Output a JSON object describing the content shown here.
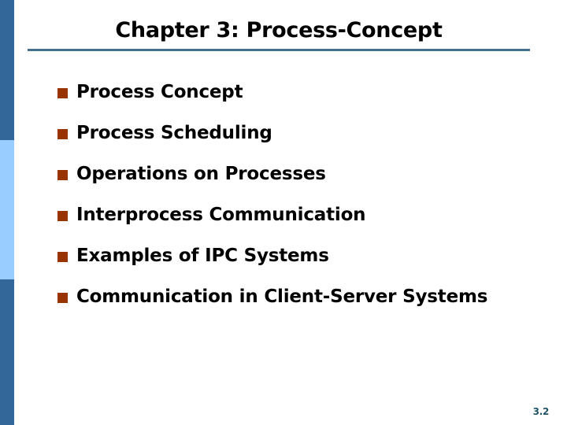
{
  "slide": {
    "title": "Chapter 3:  Process-Concept",
    "accent_rule_color": "#44708F",
    "bullet_marker_color": "#993300",
    "rail_dark_color": "#336699",
    "rail_light_color": "#99CCFF",
    "page_number": "3.2",
    "page_number_color": "#1F5566",
    "background_color": "#FFFFFF"
  },
  "bullets": [
    {
      "text": "Process Concept"
    },
    {
      "text": "Process Scheduling"
    },
    {
      "text": "Operations on Processes"
    },
    {
      "text": "Interprocess Communication"
    },
    {
      "text": "Examples of IPC Systems"
    },
    {
      "text": "Communication in Client-Server Systems"
    }
  ]
}
